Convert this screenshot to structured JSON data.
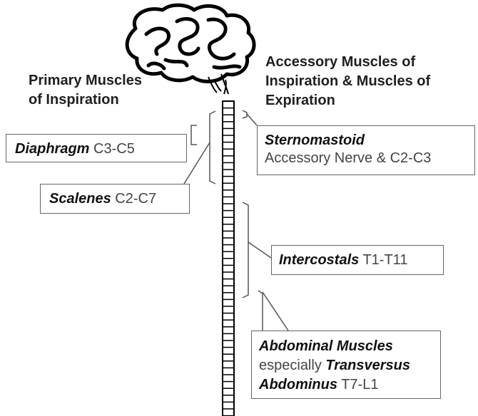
{
  "headings": {
    "primary_line1": "Primary Muscles",
    "primary_line2": "of Inspiration",
    "accessory_line1": "Accessory Muscles of",
    "accessory_line2": "Inspiration & Muscles of",
    "accessory_line3": "Expiration"
  },
  "labels": {
    "diaphragm": {
      "name": "Diaphragm",
      "innervation": "C3-C5"
    },
    "scalenes": {
      "name": "Scalenes",
      "innervation": "C2-C7"
    },
    "sternomastoid": {
      "name": "Sternomastoid",
      "innervation": "Accessory Nerve & C2-C3"
    },
    "intercostals": {
      "name": "Intercostals",
      "innervation": "T1-T11"
    },
    "abdominal": {
      "name": "Abdominal Muscles",
      "qualifier": "especially",
      "name2": "Transversus",
      "name3": "Abdominus",
      "innervation": "T7-L1"
    }
  },
  "icons": {
    "brain": "brain-icon",
    "spinal_cord": "spinal-cord-icon"
  },
  "colors": {
    "text": "#202020",
    "box_border": "#666666",
    "line": "#555555"
  }
}
